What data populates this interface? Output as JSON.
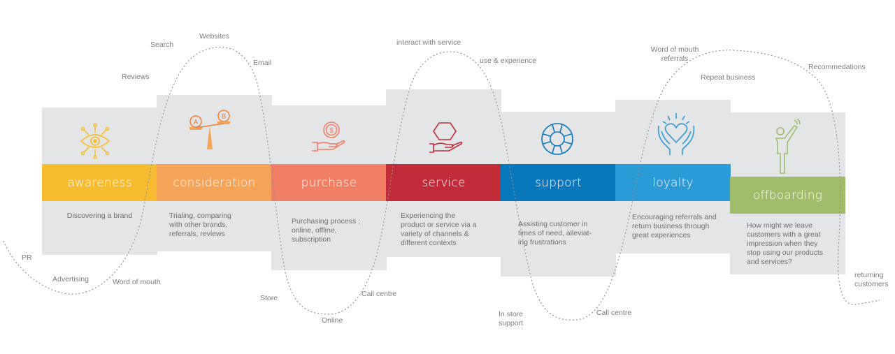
{
  "stages": [
    {
      "label": "awareness",
      "description": "Discovering a brand",
      "color": "#f6bb2e",
      "icon": "eye-network-icon"
    },
    {
      "label": "consideration",
      "description": "Trialing, comparing\nwith other brands,\nreferrals, reviews",
      "color": "#f5a357",
      "icon": "scale-compare-icon"
    },
    {
      "label": "purchase",
      "description": "Purchasing process ;\nonline, offline,\nsubscription",
      "color": "#f07f66",
      "icon": "coin-hand-icon"
    },
    {
      "label": "service",
      "description": "Experiencing the\nproduct or service via a\nvariety of channels &\ndifferent contexts",
      "color": "#c12b38",
      "icon": "hexagon-hand-icon"
    },
    {
      "label": "support",
      "description": "Assisting customer in\ntimes of need, alleviat-\ning frustrations",
      "color": "#0a77bd",
      "icon": "lifebuoy-icon"
    },
    {
      "label": "loyalty",
      "description": "Encouraging referrals and\nreturn business through\ngreat experiences",
      "color": "#2c9ad6",
      "icon": "heart-hands-icon"
    },
    {
      "label": "offboarding",
      "description": "How might we leave\ncustomers with a great\nimpression when they\nstop using our products\nand services?",
      "color": "#9ebc69",
      "icon": "waving-person-icon"
    }
  ],
  "touchpoints": {
    "pr": "PR",
    "advertising": "Advertising",
    "word_of_mouth": "Word of mouth",
    "reviews": "Reviews",
    "search": "Search",
    "websites": "Websites",
    "email": "Email",
    "store": "Store",
    "online": "Online",
    "call_centre_1": "Call centre",
    "interact_with_service": "interact with service",
    "use_experience": "use & experience",
    "in_store_support": "In store\nsupport",
    "call_centre_2": "Call centre",
    "word_of_mouth_referrals": "Word of mouth\nreferrals",
    "repeat_business": "Repeat business",
    "recommendations": "Recommedations",
    "returning_customers": "returning\ncustomers"
  }
}
